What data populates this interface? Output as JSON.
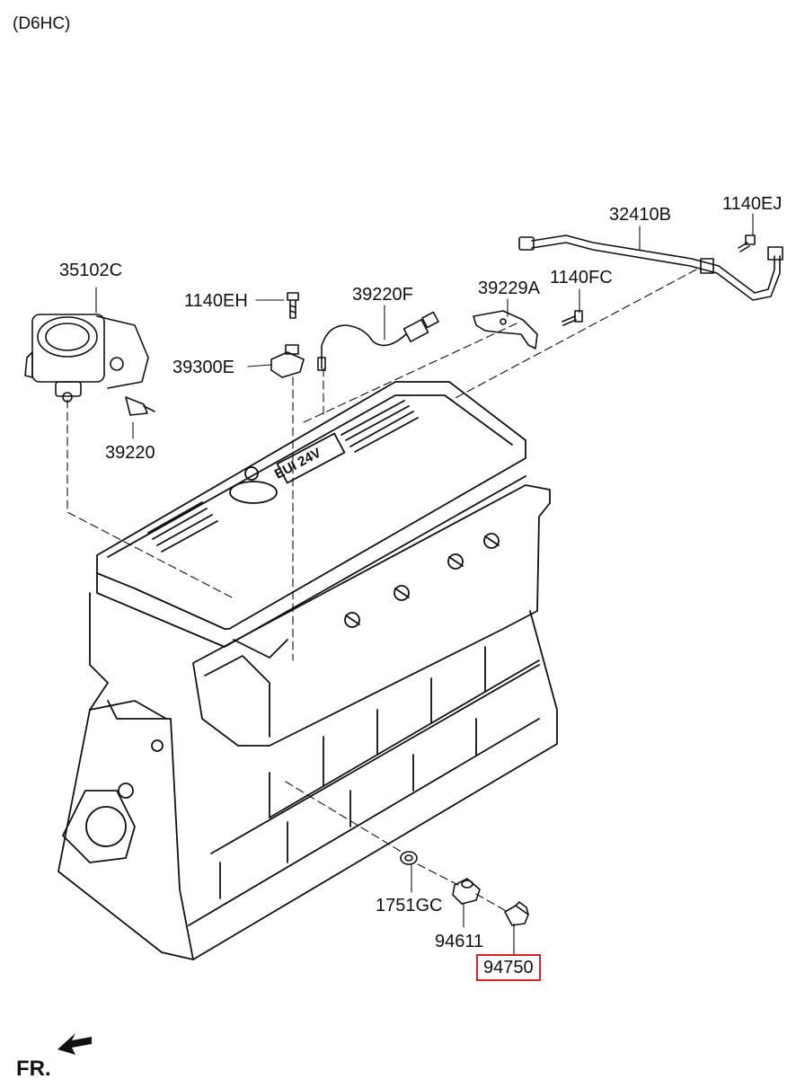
{
  "header": {
    "engine_code": "(D6HC)"
  },
  "callouts": [
    {
      "id": "35102C",
      "label": "35102C"
    },
    {
      "id": "1140EH",
      "label": "1140EH"
    },
    {
      "id": "39220F",
      "label": "39220F"
    },
    {
      "id": "39229A",
      "label": "39229A"
    },
    {
      "id": "1140FC",
      "label": "1140FC"
    },
    {
      "id": "32410B",
      "label": "32410B"
    },
    {
      "id": "1140EJ",
      "label": "1140EJ"
    },
    {
      "id": "39300E",
      "label": "39300E"
    },
    {
      "id": "39220",
      "label": "39220"
    },
    {
      "id": "1751GC",
      "label": "1751GC"
    },
    {
      "id": "94611",
      "label": "94611"
    },
    {
      "id": "94750",
      "label": "94750",
      "highlighted": true
    }
  ],
  "engine_marking": "EUI 24V",
  "orientation": {
    "label": "FR."
  },
  "colors": {
    "highlight": "#e02020",
    "line": "#111111"
  }
}
